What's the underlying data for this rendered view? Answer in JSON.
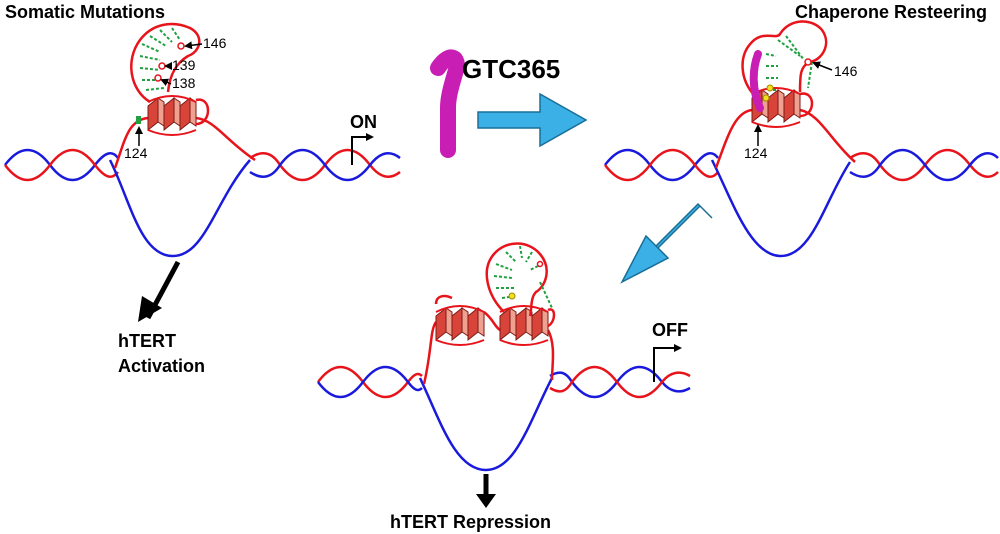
{
  "panels": {
    "somatic": {
      "title": "Somatic Mutations",
      "residues": [
        "146",
        "139",
        "138",
        "124"
      ],
      "switch_label": "ON",
      "outcome": [
        "hTERT",
        "Activation"
      ]
    },
    "compound": {
      "name": "GTC365"
    },
    "resteering": {
      "title": "Chaperone Resteering",
      "residues": [
        "146",
        "124"
      ]
    },
    "repression": {
      "switch_label": "OFF",
      "outcome": "hTERT Repression"
    }
  },
  "colors": {
    "dna_strand_a": "#e8141c",
    "dna_strand_b": "#1a1adc",
    "g_quadruplex": "#e06a5a",
    "hairpin_loop": "#e8141c",
    "hairpin_pairing": "#20a040",
    "compound": "#c81eb4",
    "process_arrow": "#3ab0e6",
    "mutation_marker": "#f2e020"
  }
}
